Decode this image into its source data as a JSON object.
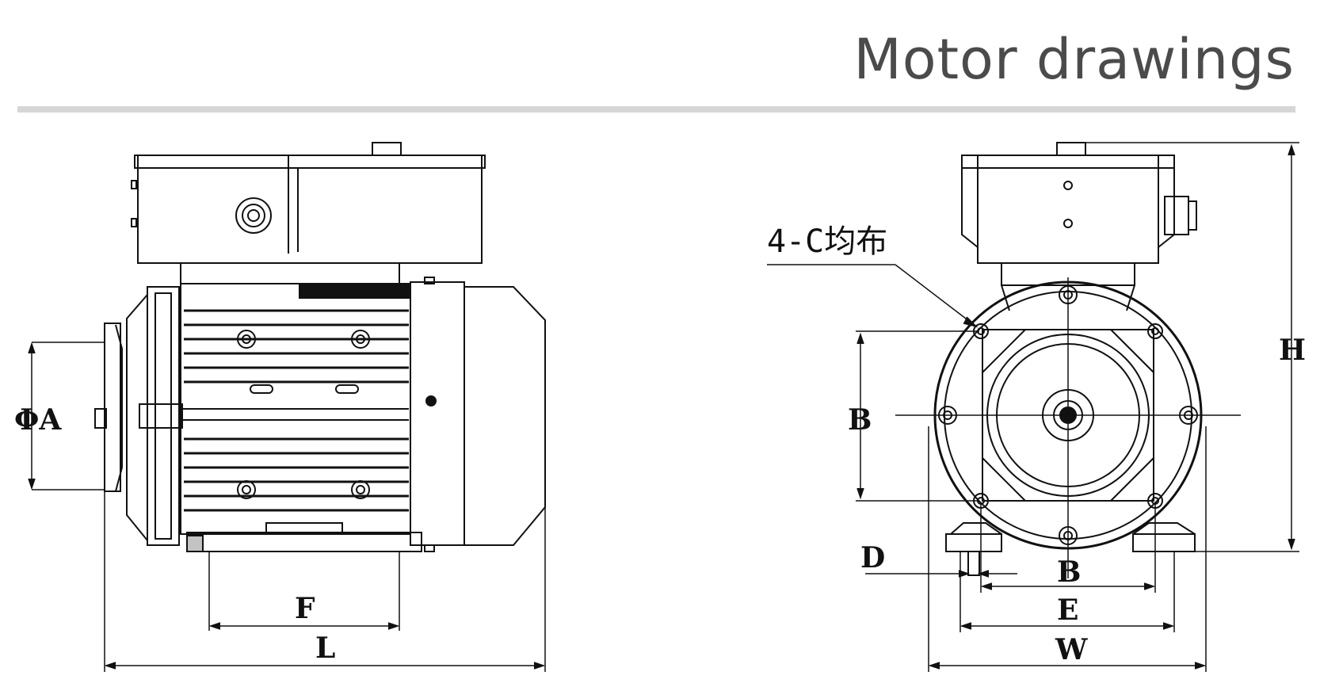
{
  "title": "Motor drawings",
  "side_view": {
    "labels": {
      "shaft_dia": "ΦA",
      "foot_span": "F",
      "length": "L"
    }
  },
  "front_view": {
    "labels": {
      "holes": "4-C均布",
      "flange_b_left": "B",
      "flange_b_bottom": "B",
      "height": "H",
      "foot_d": "D",
      "foot_e": "E",
      "width": "W"
    }
  },
  "colors": {
    "line": "#111111",
    "title": "#4b4b4b",
    "rule": "#d6d6d6"
  }
}
